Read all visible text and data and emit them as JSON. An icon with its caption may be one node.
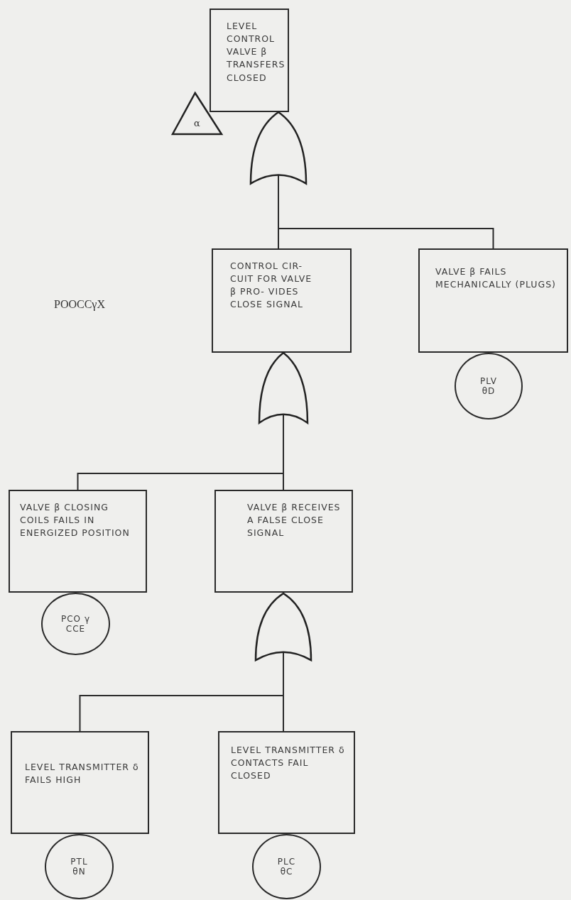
{
  "diagram": {
    "nodes": [
      {
        "text": [
          "LEVEL CONTROL VALVE β TRANSFERS CLOSED"
        ]
      },
      {
        "text": [
          "α"
        ]
      },
      {
        "text": [],
        "shape": "gate"
      },
      {
        "text": [
          "CONTROL CIR- CUIT FOR VALVE β PRO- VIDES CLOSE SIGNAL"
        ]
      },
      {
        "text": [
          "VALVE β FAILS MECHANICALLY (PLUGS)"
        ]
      },
      {
        "text": [
          "PLV",
          "θD"
        ]
      },
      {
        "text": [],
        "shape": "gate"
      },
      {
        "text": [
          "VALVE β CLOSING COILS FAILS IN ENERGIZED POSITION"
        ]
      },
      {
        "text": [
          "PCO γ",
          "CCE"
        ]
      },
      {
        "text": [
          "VALVE β RECEIVES A FALSE CLOSE SIGNAL"
        ]
      },
      {
        "text": [],
        "shape": "gate"
      },
      {
        "text": [
          "LEVEL TRANSMITTER δ FAILS HIGH"
        ]
      },
      {
        "text": [
          "PTL",
          "θN"
        ]
      },
      {
        "text": [
          "LEVEL TRANSMITTER δ CONTACTS FAIL CLOSED"
        ]
      },
      {
        "text": [
          "PLC",
          "θC"
        ]
      }
    ],
    "edges": [
      {
        "from": 2,
        "to": 3,
        "arrow": "none"
      },
      {
        "from": 2,
        "to": 4,
        "arrow": "none"
      },
      {
        "from": 6,
        "to": 7,
        "arrow": "none"
      },
      {
        "from": 6,
        "to": 9,
        "arrow": "none"
      },
      {
        "from": 10,
        "to": 11,
        "arrow": "none"
      },
      {
        "from": 10,
        "to": 13,
        "arrow": "none"
      }
    ],
    "labels": [
      "POOCCγX"
    ]
  }
}
